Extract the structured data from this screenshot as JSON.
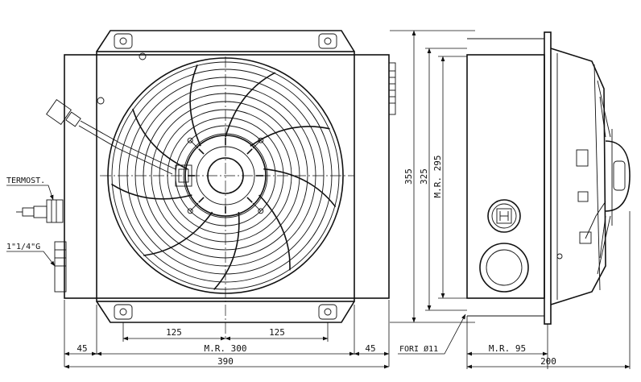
{
  "labels": {
    "termostat": "TERMOST.",
    "thread": "1\"1/4\"G",
    "holes": "FORI Ø11"
  },
  "dimensions": {
    "fan_offset_left": "125",
    "fan_offset_right": "125",
    "mounting_width": "M.R. 300",
    "margin_left": "45",
    "margin_right": "45",
    "overall_width": "390",
    "overall_height": "355",
    "shroud_height": "325",
    "mounting_height": "M.R. 295",
    "mounting_depth": "M.R. 95",
    "overall_depth": "200"
  }
}
